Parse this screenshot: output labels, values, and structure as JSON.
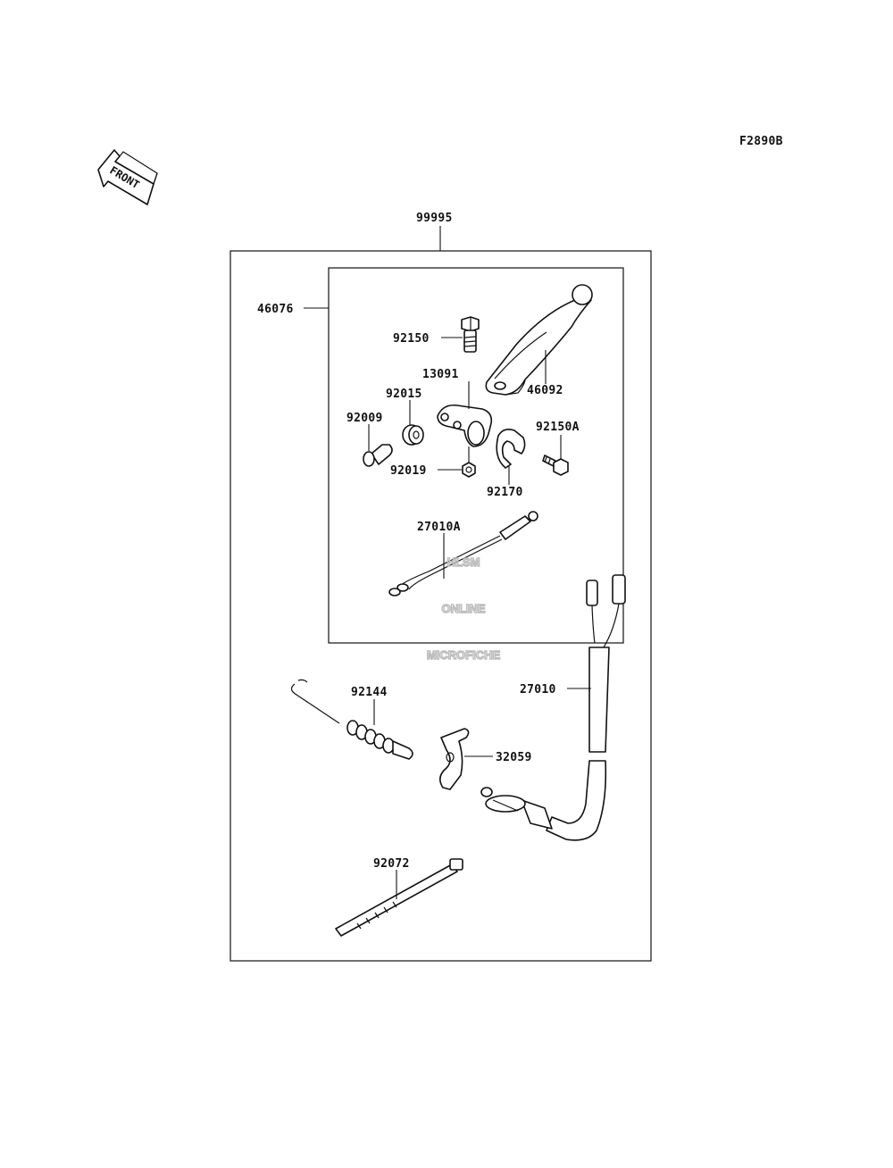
{
  "figure_code": "F2890B",
  "front_label": "FRONT",
  "watermark": {
    "line1": "HLSM",
    "line2": "ONLINE",
    "line3": "MICROFICHE"
  },
  "parts": {
    "kit": "99995",
    "lever_assembly": "46076",
    "bolt": "92150",
    "lever": "46092",
    "holder": "13091",
    "adjuster": "92015",
    "pin": "92009",
    "bolt_a": "92150A",
    "nut": "92019",
    "clamp": "92170",
    "switch_a": "27010A",
    "switch": "27010",
    "spring": "92144",
    "bracket": "32059",
    "band": "92072"
  }
}
